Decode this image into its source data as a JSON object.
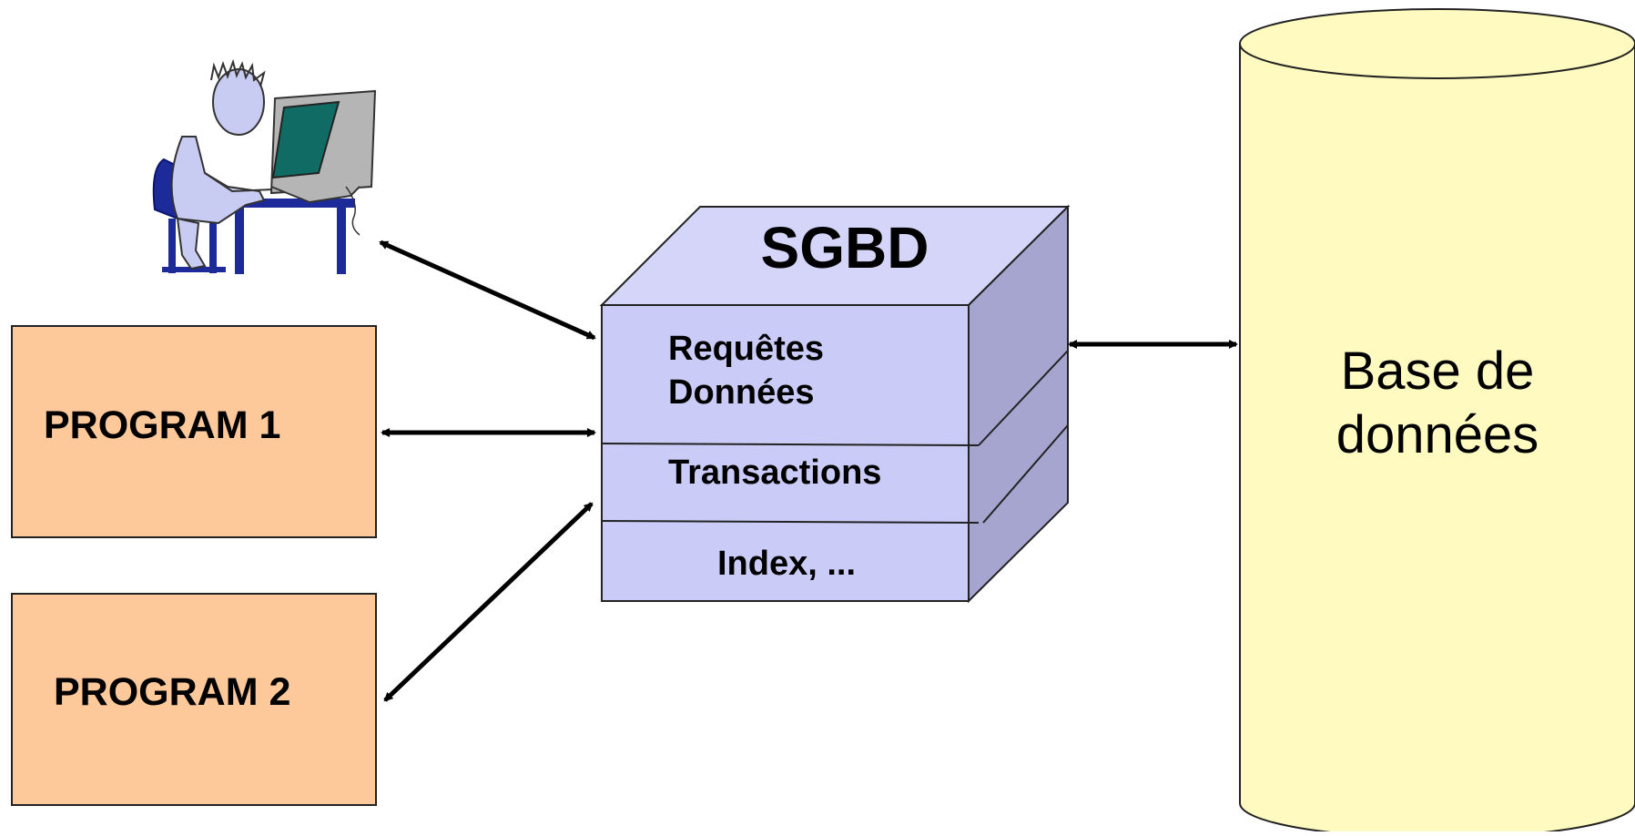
{
  "dbms": {
    "title": "SGBD",
    "layers": [
      {
        "line1": "Requêtes",
        "line2": "Données"
      },
      {
        "line1": "Transactions"
      },
      {
        "line1": "Index, ..."
      }
    ]
  },
  "programs": [
    {
      "label": "PROGRAM 1"
    },
    {
      "label": "PROGRAM 2"
    }
  ],
  "database": {
    "line1": "Base de",
    "line2": "données"
  },
  "colors": {
    "program_fill": "#fdc99a",
    "dbms_front": "#cbcbf7",
    "dbms_top": "#d5d5fa",
    "dbms_side": "#a5a5d0",
    "database_fill": "#fffbc0",
    "arrow": "#000000"
  },
  "icons": {
    "user": "person-at-computer-icon"
  }
}
